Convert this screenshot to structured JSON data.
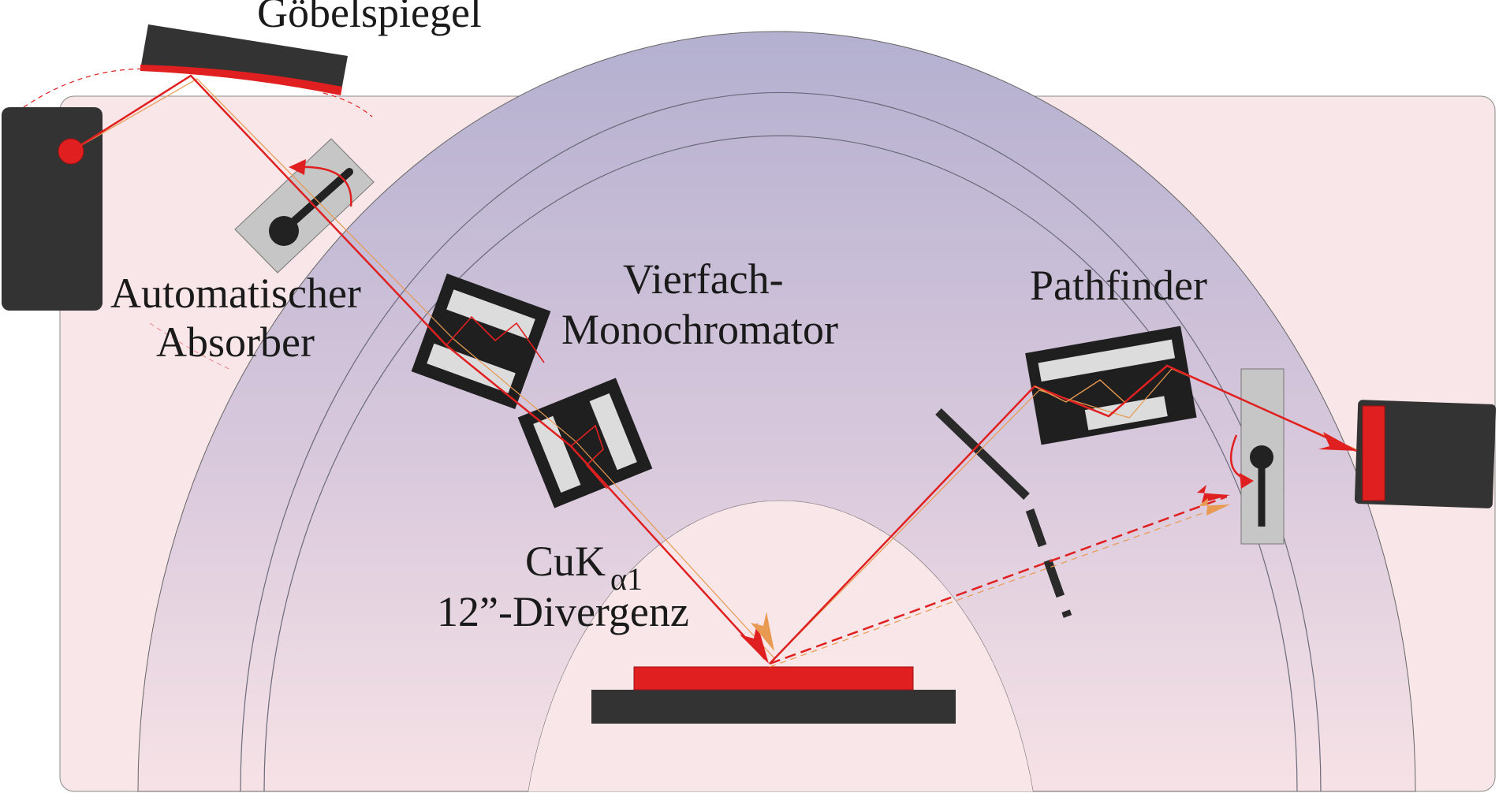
{
  "labels": {
    "goebel_mirror": "Göbelspiegel",
    "absorber_line1": "Automatischer",
    "absorber_line2": "Absorber",
    "monochromator_line1": "Vierfach-",
    "monochromator_line2": "Monochromator",
    "pathfinder": "Pathfinder",
    "radiation_main": "CuK",
    "radiation_sub": "α1",
    "divergence": "12”-Divergenz"
  },
  "colors": {
    "background_panel": "#f9e6e8",
    "goniometer_band": "#b8b4d2",
    "beam": "#e02020",
    "beam_secondary": "#e89a50",
    "component_dark": "#333333",
    "component_light": "#dcdcdc",
    "absorber_plate": "#c6c6c6"
  }
}
